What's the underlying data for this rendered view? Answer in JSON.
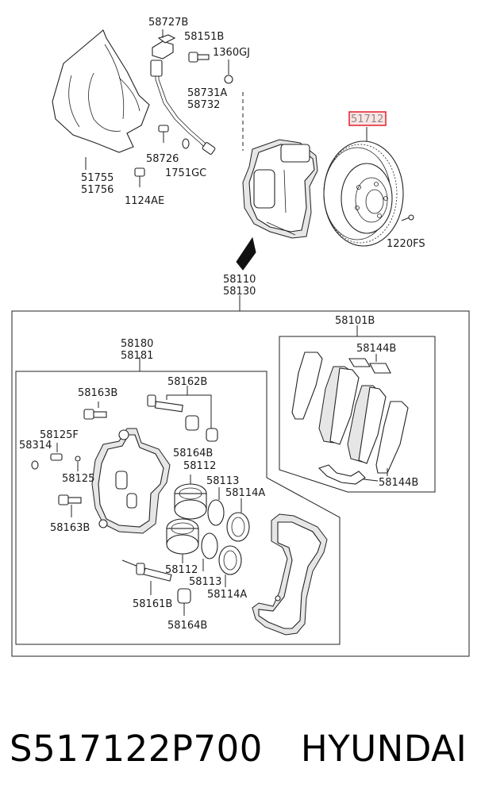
{
  "labels": {
    "l58727B": "58727B",
    "l58151B": "58151B",
    "l1360GJ": "1360GJ",
    "l58731A": "58731A",
    "l58732": "58732",
    "l58726": "58726",
    "l1751GC": "1751GC",
    "l51755": "51755",
    "l51756": "51756",
    "l1124AE": "1124AE",
    "l51712": "51712",
    "l1220FS": "1220FS",
    "l58110": "58110",
    "l58130": "58130",
    "l58101B": "58101B",
    "l58144B_top": "58144B",
    "l58144B_bot": "58144B",
    "l58180": "58180",
    "l58181": "58181",
    "l58162B": "58162B",
    "l58163B_top": "58163B",
    "l58164B_top": "58164B",
    "l58125F": "58125F",
    "l58314": "58314",
    "l58112_top": "58112",
    "l58113_top": "58113",
    "l58125": "58125",
    "l58114A_top": "58114A",
    "l58163B_bot": "58163B",
    "l58112_bot": "58112",
    "l58113_bot": "58113",
    "l58114A_bot": "58114A",
    "l58161B": "58161B",
    "l58164B_bot": "58164B"
  },
  "caption": {
    "part_number": "S517122P700",
    "brand": "HYUNDAI"
  },
  "highlight": {
    "label": "51712",
    "color": "#e0202a",
    "fill": "#fde4e4"
  }
}
